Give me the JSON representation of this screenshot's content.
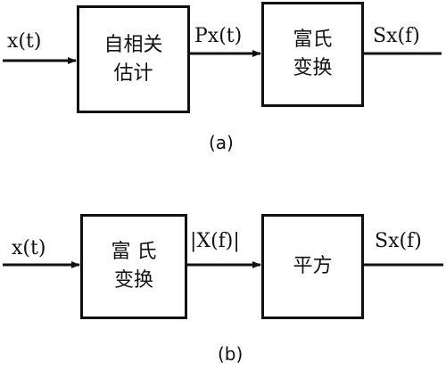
{
  "diagram_a": {
    "input_label": "x(t)",
    "block1_line1": "自相关",
    "block1_line2": "估计",
    "mid_label": "Px(t)",
    "block2_line1": "富氏",
    "block2_line2": "变换",
    "output_label": "Sx(f)",
    "caption": "(a)"
  },
  "diagram_b": {
    "input_label": "x(t)",
    "block1_line1": "富 氏",
    "block1_line2": "变换",
    "mid_label": "|X(f)|",
    "block2_line1": "平方",
    "output_label": "Sx(f)",
    "caption": "(b)"
  }
}
